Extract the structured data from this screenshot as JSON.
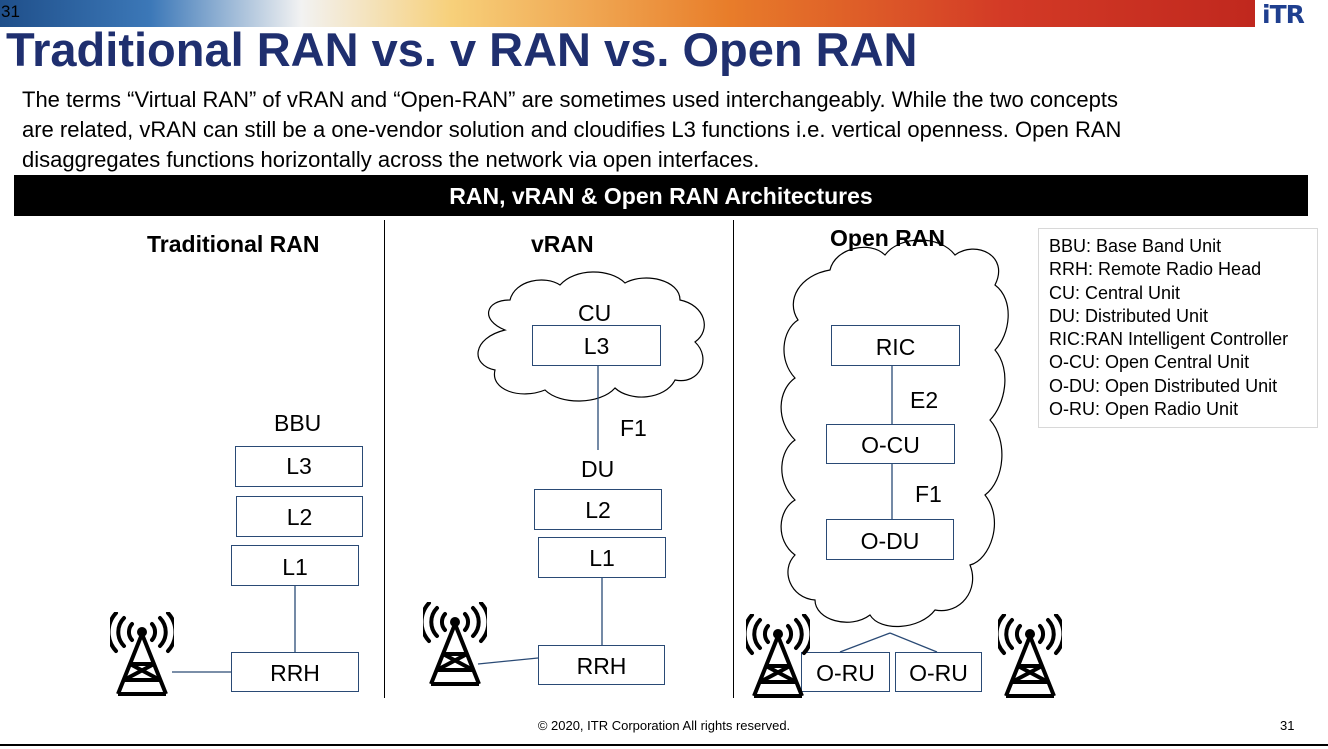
{
  "slide_number_top": "31",
  "logo_text": "iTR",
  "title": "Traditional RAN vs.  v RAN vs. Open RAN",
  "intro": "The terms “Virtual RAN” of vRAN and “Open-RAN” are sometimes used interchangeably.  While the two concepts\nare related, vRAN can still be a one-vendor solution and cloudifies L3 functions i.e. vertical openness.  Open RAN\ndisaggregates functions horizontally across the network via open interfaces.",
  "banner": "RAN, vRAN & Open RAN Architectures",
  "traditional": {
    "title": "Traditional RAN",
    "bbu_label": "BBU",
    "l3": "L3",
    "l2": "L2",
    "l1": "L1",
    "rrh": "RRH"
  },
  "vran": {
    "title": "vRAN",
    "cu_label": "CU",
    "l3": "L3",
    "f1": "F1",
    "du_label": "DU",
    "l2": "L2",
    "l1": "L1",
    "rrh": "RRH"
  },
  "openran": {
    "title": "Open RAN",
    "ric": "RIC",
    "e2": "E2",
    "ocu": "O-CU",
    "f1": "F1",
    "odu": "O-DU",
    "oru_left": "O-RU",
    "oru_right": "O-RU"
  },
  "legend": [
    "BBU: Base Band Unit",
    "RRH: Remote Radio Head",
    "CU: Central Unit",
    "DU: Distributed Unit",
    "RIC:RAN Intelligent Controller",
    "O-CU: Open Central Unit",
    "O-DU: Open Distributed Unit",
    "O-RU: Open Radio Unit"
  ],
  "footer": "© 2020, ITR Corporation  All rights reserved.",
  "footer_page": "31",
  "icons": [
    "antenna-tower-icon",
    "cloud-icon"
  ],
  "colors": {
    "title": "#1f2f6f",
    "box_border": "#2a4a75",
    "banner_bg": "#000000",
    "logo": "#1f3f8f"
  }
}
